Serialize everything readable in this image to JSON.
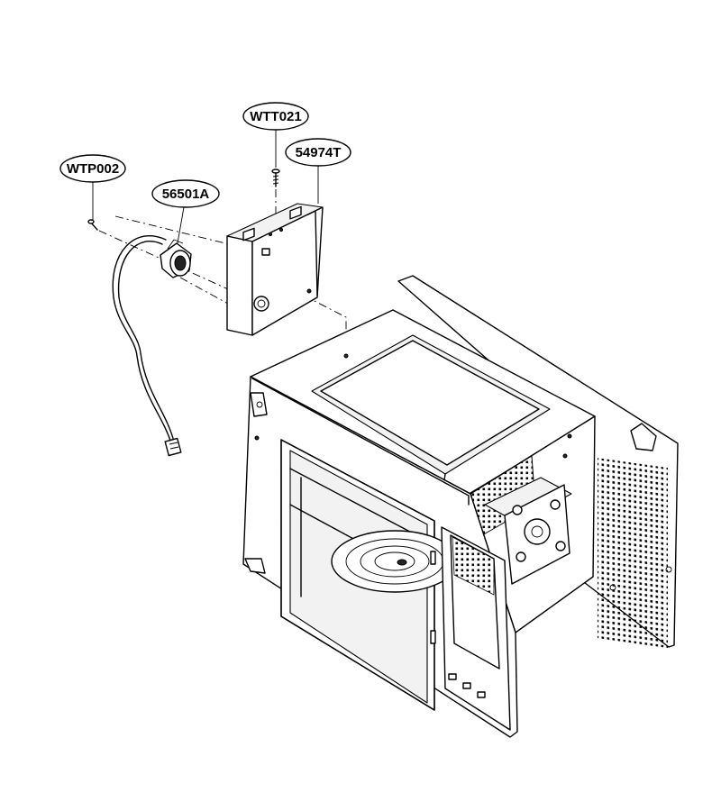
{
  "callouts": {
    "wtp002": "WTP002",
    "p56501a": "56501A",
    "wtt021": "WTT021",
    "p54974t": "54974T"
  }
}
